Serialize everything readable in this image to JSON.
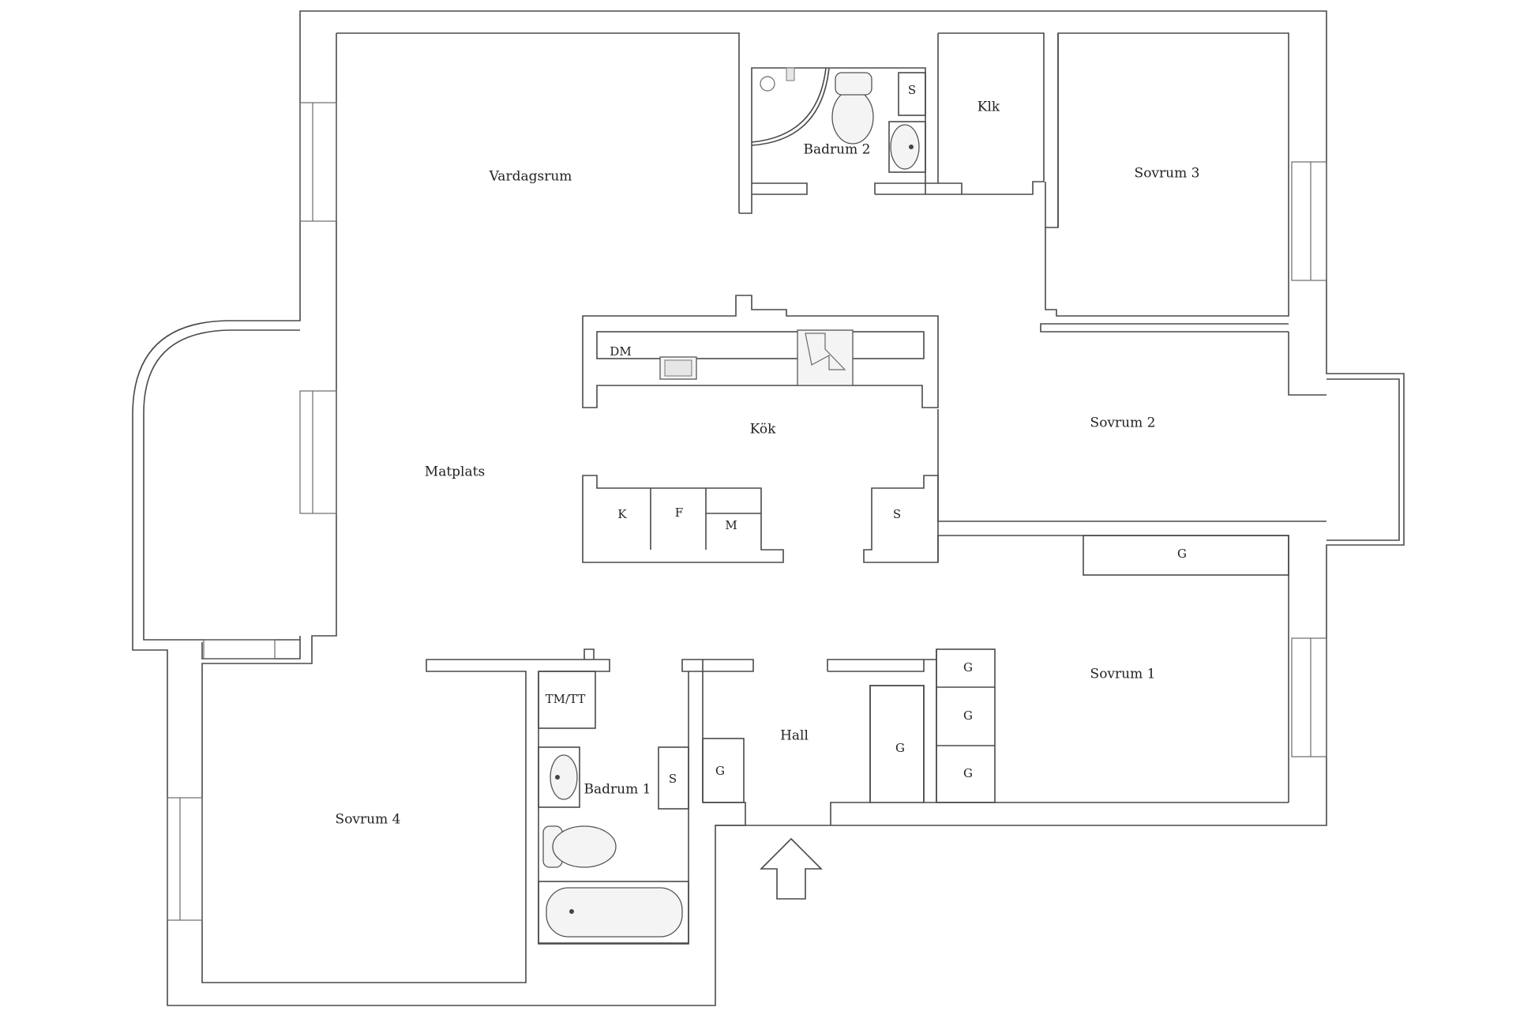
{
  "rooms": {
    "vardagsrum": "Vardagsrum",
    "matplats": "Matplats",
    "kok": "Kök",
    "badrum2": "Badrum 2",
    "klk": "Klk",
    "sovrum3": "Sovrum 3",
    "sovrum2": "Sovrum 2",
    "sovrum1": "Sovrum 1",
    "sovrum4": "Sovrum 4",
    "badrum1": "Badrum 1",
    "hall": "Hall"
  },
  "fixtures": {
    "dm": "DM",
    "k": "K",
    "f": "F",
    "m": "M",
    "s_kitchen": "S",
    "s_badrum2": "S",
    "s_badrum1": "S",
    "tm_tt": "TM/TT",
    "g_sovrum2": "G",
    "g_sovrum1_top": "G",
    "g_sovrum1_mid": "G",
    "g_sovrum1_bot": "G",
    "g_hall_right": "G",
    "g_hall_left": "G"
  },
  "colors": {
    "wall": "#4a4a4a",
    "background": "#ffffff"
  }
}
